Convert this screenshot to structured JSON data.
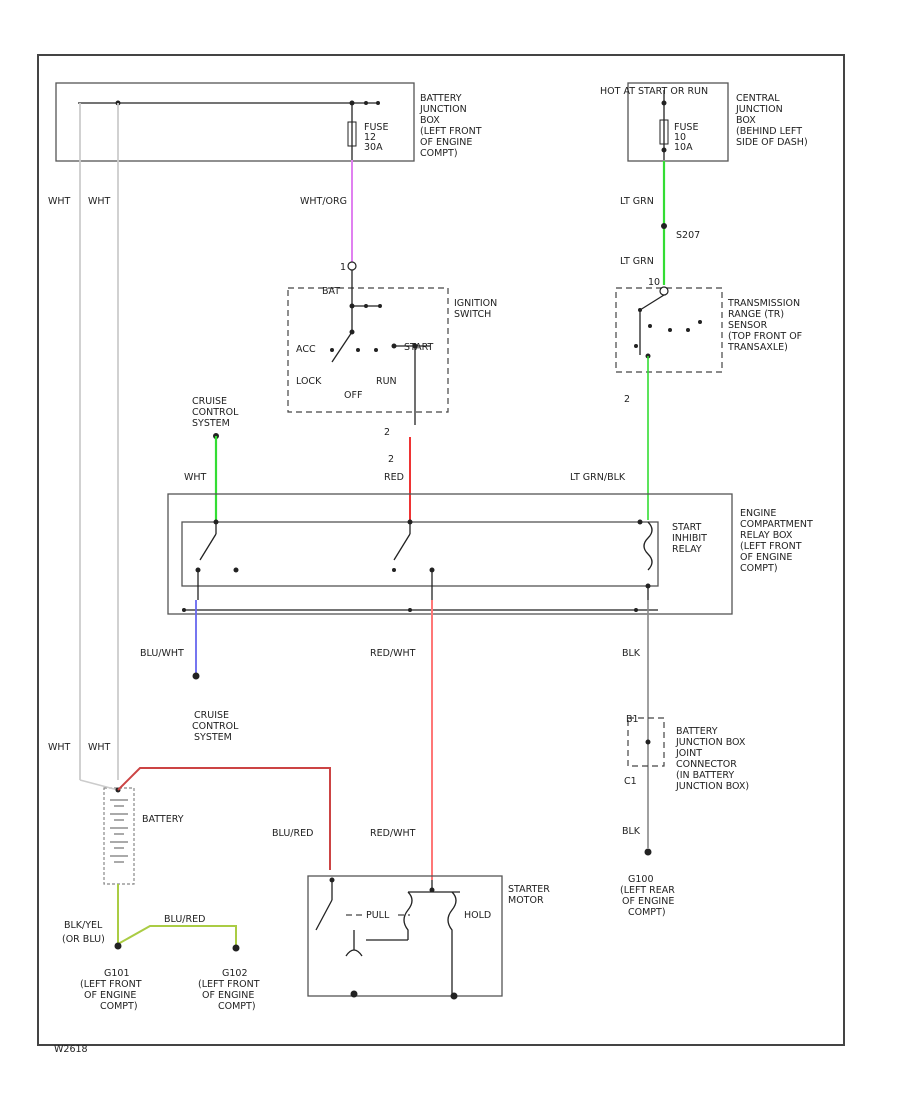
{
  "labels": {
    "battery_jb": [
      "BATTERY",
      "JUNCTION",
      "BOX",
      "(LEFT FRONT",
      "OF ENGINE",
      "COMPT)"
    ],
    "fuse_left": [
      "FUSE",
      "12",
      "30A"
    ],
    "central_jb_head": "HOT AT START OR RUN",
    "central_jb": [
      "CENTRAL",
      "JUNCTION",
      "BOX",
      "(BEHIND LEFT",
      "SIDE OF DASH)"
    ],
    "fuse_right": [
      "FUSE",
      "10",
      "10A"
    ],
    "wire_wht_1": "WHT",
    "wire_wht_2": "WHT",
    "wire_wht_3": "WHT",
    "wire_wht_4": "WHT",
    "wire_wht_cruise": "WHT",
    "wire_wht_org": "WHT/ORG",
    "wire_ltgrn_1": "LT GRN",
    "wire_ltgrn_2": "LT GRN",
    "s207": "S207",
    "ignition_switch": [
      "IGNITION",
      "SWITCH"
    ],
    "ign_pin_top": "1",
    "ign_pin_bottom": "2",
    "ign_bat": "BAT",
    "ign_acc": "ACC",
    "ign_lock": "LOCK",
    "ign_off": "OFF",
    "ign_run": "RUN",
    "ign_start": "START",
    "tr_sensor": [
      "TRANSMISSION",
      "RANGE (TR)",
      "SENSOR",
      "(TOP FRONT OF",
      "TRANSAXLE)"
    ],
    "tr_pin_top": "10",
    "tr_pin_bottom": "2",
    "cruise_switch": [
      "CRUISE",
      "CONTROL",
      "SYSTEM"
    ],
    "wire_red": "RED",
    "wire_ltgrn_blk": "LT GRN/BLK",
    "relay_box": [
      "ENGINE",
      "COMPARTMENT",
      "RELAY BOX",
      "(LEFT FRONT",
      "OF ENGINE",
      "COMPT)"
    ],
    "starter_relay": [
      "START",
      "INHIBIT",
      "RELAY"
    ],
    "wire_blu_wht": "BLU/WHT",
    "wire_red_wht_1": "RED/WHT",
    "wire_red_wht_2": "RED/WHT",
    "wire_blk_1": "BLK",
    "wire_blk_2": "BLK",
    "cruise_system": [
      "CRUISE",
      "CONTROL",
      "SYSTEM"
    ],
    "bat_jb_joint": [
      "BATTERY",
      "JUNCTION BOX",
      "JOINT",
      "CONNECTOR",
      "(IN BATTERY",
      "JUNCTION BOX)"
    ],
    "pin_b1": "B1",
    "pin_c1": "C1",
    "battery": "BATTERY",
    "wire_blu_red": "BLU/RED",
    "wire_blk_yel": "BLK/YEL",
    "wire_or_blu": "(OR BLU)",
    "wire_blu_red_2": "BLU/RED",
    "starter_motor": [
      "STARTER",
      "MOTOR"
    ],
    "pull": "PULL",
    "hold": "HOLD",
    "g100": [
      "G100",
      "(LEFT REAR",
      "OF ENGINE",
      "COMPT)"
    ],
    "g101": [
      "G101",
      "(LEFT FRONT",
      "OF ENGINE",
      "COMPT)"
    ],
    "g102": [
      "G102",
      "(LEFT FRONT",
      "OF ENGINE",
      "COMPT)"
    ],
    "diagram_id": "W2618"
  },
  "colors": {
    "wht_org": "#e080f0",
    "lt_grn": "#33dd33",
    "red": "#ee3333",
    "blu_wht": "#6666ee",
    "red_wht": "#ff7777",
    "blu_red": "#cc4444",
    "blk_yel": "#aacc44",
    "blk": "#888888"
  }
}
